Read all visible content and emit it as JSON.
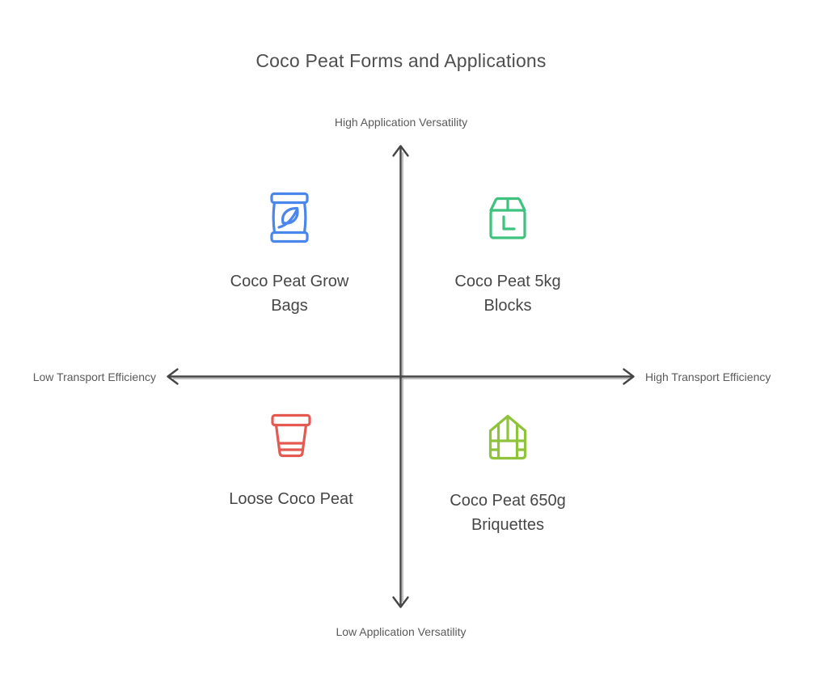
{
  "title": "Coco Peat Forms and Applications",
  "axes": {
    "top": "High Application Versatility",
    "bottom": "Low Application Versatility",
    "left": "Low Transport Efficiency",
    "right": "High Transport Efficiency"
  },
  "quadrants": [
    {
      "position": "top-left",
      "label": "Coco Peat Grow Bags",
      "icon": "grow-bag-leaf-icon",
      "color": "#4A86EC"
    },
    {
      "position": "top-right",
      "label": "Coco Peat 5kg Blocks",
      "icon": "block-package-icon",
      "color": "#3EC27D"
    },
    {
      "position": "bottom-left",
      "label": "Loose Coco Peat",
      "icon": "flower-pot-icon",
      "color": "#E45A52"
    },
    {
      "position": "bottom-right",
      "label": "Coco Peat 650g Briquettes",
      "icon": "greenhouse-icon",
      "color": "#8FC33C"
    }
  ],
  "colors": {
    "axis": "#454545",
    "axis_shadow": "#a6a6a6",
    "title_text": "#4f4f4f",
    "quadrant_text": "#474747",
    "axis_label_text": "#5a5a5a"
  }
}
